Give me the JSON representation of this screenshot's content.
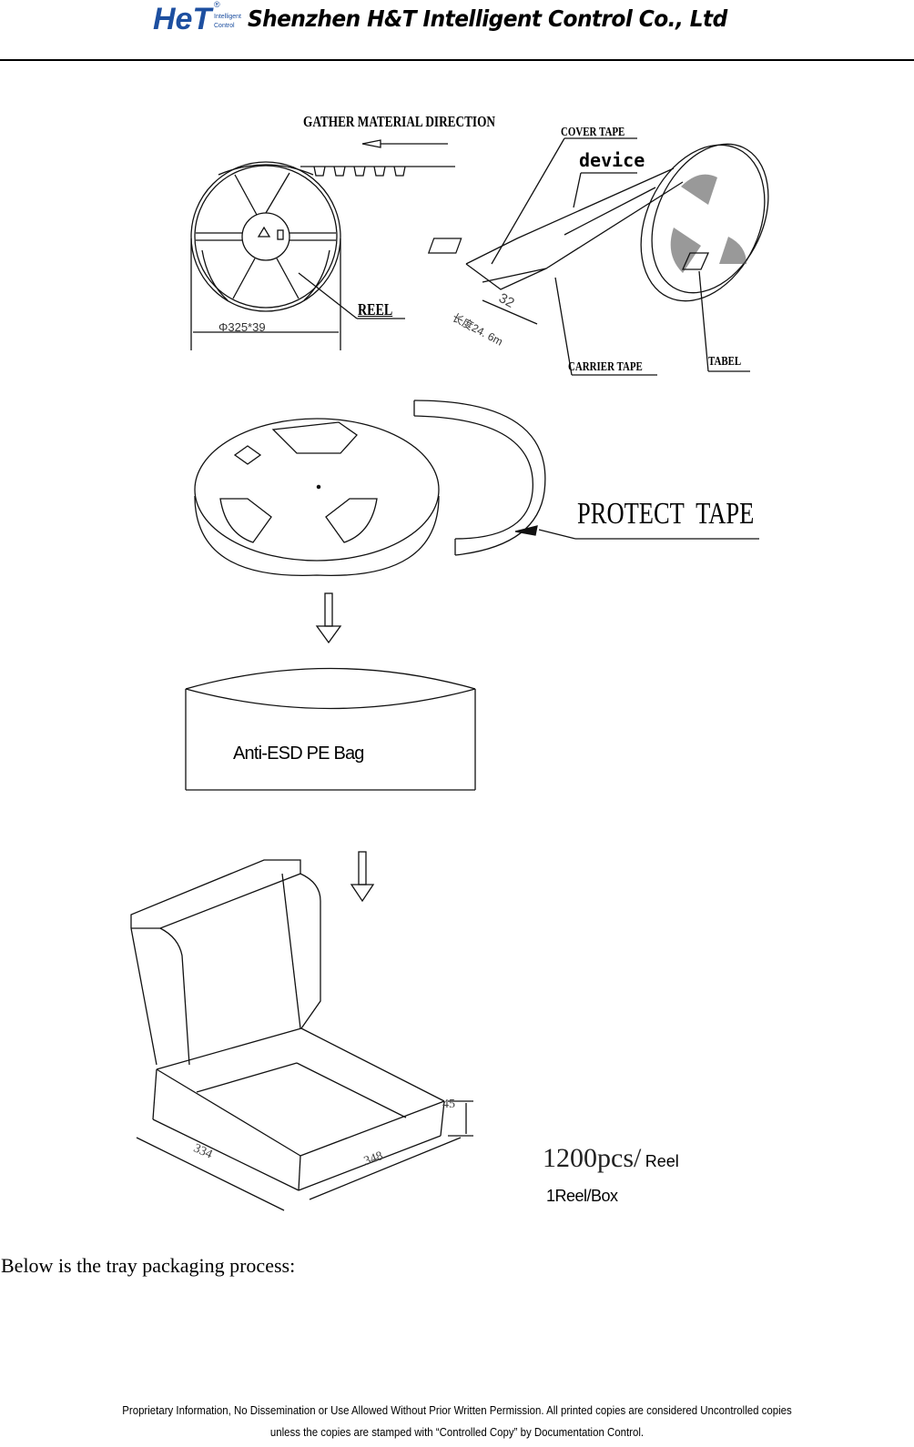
{
  "header": {
    "logo": {
      "mark": "HeT",
      "sub_line1": "Intelligent",
      "sub_line2": "Control",
      "registered": "®",
      "colors": {
        "mark": "#1d4fa0"
      }
    },
    "company_name": "Shenzhen H&T Intelligent Control Co., Ltd"
  },
  "figure_reel": {
    "direction_label": "GATHER MATERIAL DIRECTION",
    "reel_label": "REEL",
    "reel_dimension": "Φ325*39",
    "cover_tape_label": "COVER TAPE",
    "device_label": "device",
    "tape_width": "32",
    "tape_length": "长度24. 6m",
    "carrier_tape_label": "CARRIER TAPE",
    "tag_label": "TABEL"
  },
  "figure_protect": {
    "protect_tape_label": "PROTECT  TAPE"
  },
  "figure_bag": {
    "bag_label": "Anti-ESD PE Bag"
  },
  "figure_box": {
    "dim_length": "334",
    "dim_width": "348",
    "dim_height": "45",
    "qty_number": "1200pcs/",
    "qty_unit": "Reel",
    "box_qty": "1Reel/Box"
  },
  "body": {
    "paragraph": "Below is the tray packaging process:"
  },
  "footer": {
    "line1": "Proprietary Information, No Dissemination or Use Allowed Without Prior Written Permission. All printed copies are considered Uncontrolled copies",
    "line2": "unless the copies are stamped with “Controlled Copy” by Documentation Control."
  }
}
